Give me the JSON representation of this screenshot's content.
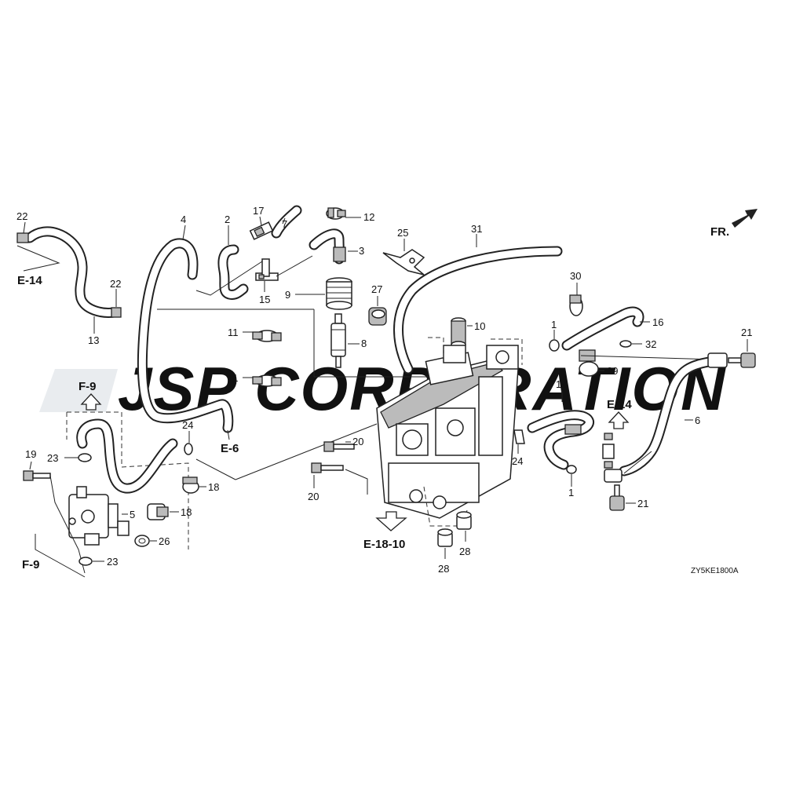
{
  "watermark": "JSP CORPORATION",
  "diagram_code": "ZY5KE1800A",
  "front_indicator": "FR.",
  "part_numbers": {
    "p1a": "1",
    "p1b": "1",
    "p2": "2",
    "p3": "3",
    "p4": "4",
    "p5": "5",
    "p6": "6",
    "p7": "7",
    "p8": "8",
    "p9": "9",
    "p10": "10",
    "p11a": "11",
    "p11b": "11",
    "p12": "12",
    "p13": "13",
    "p14": "14",
    "p15": "15",
    "p16": "16",
    "p17": "17",
    "p18a": "18",
    "p18b": "18",
    "p19": "19",
    "p20a": "20",
    "p20b": "20",
    "p21a": "21",
    "p21b": "21",
    "p22a": "22",
    "p22b": "22",
    "p23a": "23",
    "p23b": "23",
    "p24a": "24",
    "p24b": "24",
    "p25": "25",
    "p26": "26",
    "p27": "27",
    "p28a": "28",
    "p28b": "28",
    "p29": "29",
    "p30": "30",
    "p31": "31",
    "p32": "32"
  },
  "section_refs": {
    "e14_left": "E-14",
    "e14_right": "E-14",
    "f9_top": "F-9",
    "f9_bottom": "F-9",
    "e6": "E-6",
    "e18_10": "E-18-10"
  },
  "colors": {
    "ink": "#222222",
    "watermark": "#e9ecef",
    "background": "#ffffff"
  }
}
